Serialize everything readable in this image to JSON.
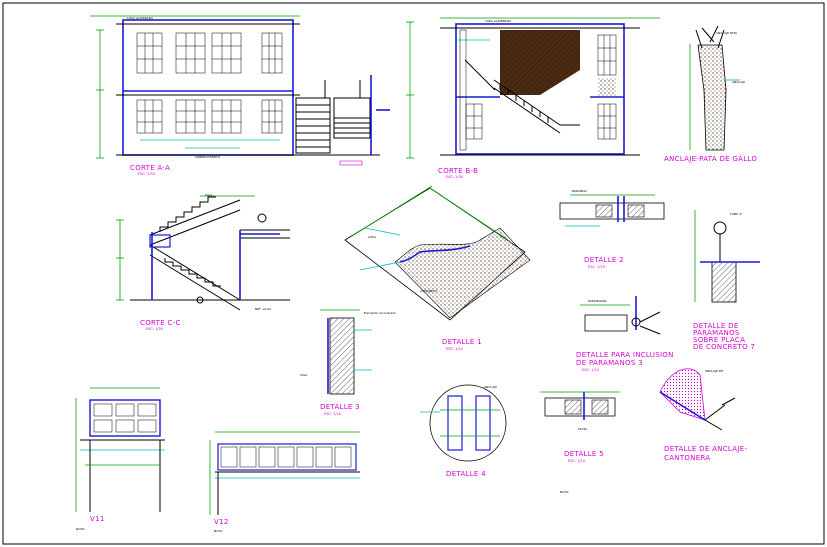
{
  "titles": {
    "corte_a": "CORTE A-A",
    "corte_b": "CORTE B-B",
    "anclaje_pata": "ANCLAJE-PATA DE GALLO",
    "corte_c": "CORTE C-C",
    "detalle_1": "DETALLE 1",
    "detalle_2": "DETALLE 2",
    "detalle_3": "DETALLE 3",
    "detalle_4": "DETALLE 4",
    "detalle_5": "DETALLE 5",
    "detalle_paramanos_l1": "DETALLE PARA INCLUSION",
    "detalle_paramanos_l2": "DE PARAMANOS 3",
    "detalle_placa_l1": "DETALLE DE",
    "detalle_placa_l2": "PARAMANOS",
    "detalle_placa_l3": "SOBRE PLACA",
    "detalle_placa_l4": "DE CONCRETO 7",
    "detalle_anclaje_l1": "DETALLE DE ANCLAJE-",
    "detalle_anclaje_l2": "CANTONERA",
    "v11": "V11",
    "v12": "V12"
  },
  "colors": {
    "title": "#d400d4",
    "wall_blue": "#1a1ad8",
    "dimension_green": "#00a000",
    "annotation_cyan": "#00bcbc",
    "linework": "#000000",
    "hatch_brown": "#4a2a10"
  }
}
